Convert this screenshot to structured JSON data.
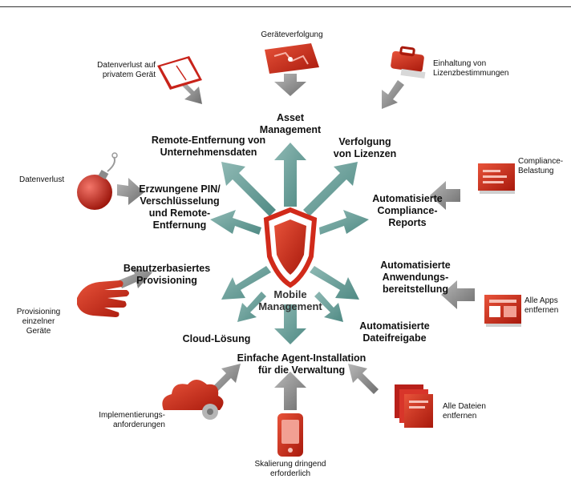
{
  "center": {
    "line1": "Mobile",
    "line2": "Management"
  },
  "features": {
    "asset": [
      "Asset",
      "Management"
    ],
    "remote_entfernung": [
      "Remote-Entfernung von",
      "Unternehmensdaten"
    ],
    "lizenzen": [
      "Verfolgung",
      "von Lizenzen"
    ],
    "pin": [
      "Erzwungene PIN/",
      "Verschlüsselung",
      "und Remote-",
      "Entfernung"
    ],
    "compliance_reports": [
      "Automatisierte",
      "Compliance-",
      "Reports"
    ],
    "provisioning": [
      "Benutzerbasiertes",
      "Provisioning"
    ],
    "anwendung": [
      "Automatisierte",
      "Anwendungs-",
      "bereitstellung"
    ],
    "cloud": [
      "Cloud-Lösung"
    ],
    "dateifreigabe": [
      "Automatisierte",
      "Dateifreigabe"
    ],
    "agent": [
      "Einfache Agent-Installation",
      "für die Verwaltung"
    ]
  },
  "triggers": {
    "geraeteverfolgung": [
      "Geräteverfolgung"
    ],
    "datenverlust_privat": [
      "Datenverlust auf",
      "privatem Gerät"
    ],
    "lizenzbestimmungen": [
      "Einhaltung von",
      "Lizenzbestimmungen"
    ],
    "datenverlust": [
      "Datenverlust"
    ],
    "compliance_belastung": [
      "Compliance-",
      "Belastung"
    ],
    "provisioning_geraete": [
      "Provisioning",
      "einzelner",
      "Geräte"
    ],
    "alle_apps": [
      "Alle Apps",
      "entfernen"
    ],
    "implementierung": [
      "Implementierungs-",
      "anforderungen"
    ],
    "alle_dateien": [
      "Alle Dateien",
      "entfernen"
    ],
    "skalierung": [
      "Skalierung dringend",
      "erforderlich"
    ]
  }
}
